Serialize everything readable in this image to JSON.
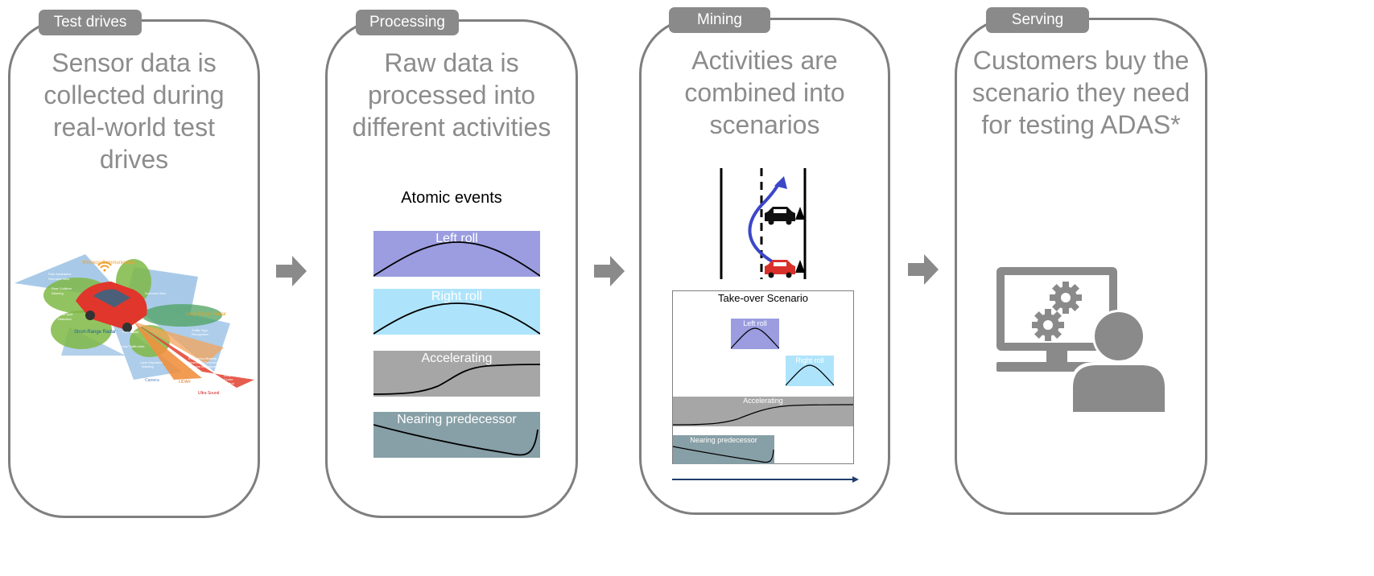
{
  "stages": [
    {
      "tab": "Test drives",
      "heading": [
        "Sensor data is",
        "collected during",
        "real-world test",
        "drives"
      ]
    },
    {
      "tab": "Processing",
      "heading": [
        "Raw data is",
        "processed into",
        "different activities"
      ]
    },
    {
      "tab": "Mining",
      "heading": [
        "Activities are",
        "combined into",
        "scenarios"
      ]
    },
    {
      "tab": "Serving",
      "heading": [
        "Customers buy the",
        "scenario they need",
        "for testing ADAS*"
      ]
    }
  ],
  "sensors": {
    "labels": [
      "Wireless Communication",
      "Park Assistance",
      "Surround View",
      "Rear Collision",
      "Warning",
      "Blind Spot",
      "Detection",
      "Surround View",
      "Long-Range Radar",
      "Short-Range Radar",
      "Park Assist",
      "Traffic Sign",
      "Recognition",
      "Cross Traffic Alert",
      "Emergency Braking",
      "Pedestrian Detection",
      "Collision Avoidance",
      "Lane Departure",
      "Warning",
      "Camera",
      "LIDAR",
      "Adaptive",
      "Cruise",
      "Control",
      "Ultra Sound"
    ]
  },
  "atomic": {
    "title": "Atomic events",
    "bands": [
      {
        "label": "Left roll",
        "color": "#9b9de0"
      },
      {
        "label": "Right roll",
        "color": "#aee4fb"
      },
      {
        "label": "Accelerating",
        "color": "#a6a6a6"
      },
      {
        "label": "Nearing predecessor",
        "color": "#879fa6"
      }
    ]
  },
  "scenario": {
    "title": "Take-over Scenario",
    "left_roll": "Left roll",
    "right_roll": "Right roll",
    "accelerating": "Accelerating",
    "nearing": "Nearing predecessor"
  },
  "colors": {
    "accent_blue": "#3b47c8",
    "car_red": "#d9302a",
    "panel_border": "#7f7f7f",
    "icon_gray": "#8a8a8a"
  }
}
